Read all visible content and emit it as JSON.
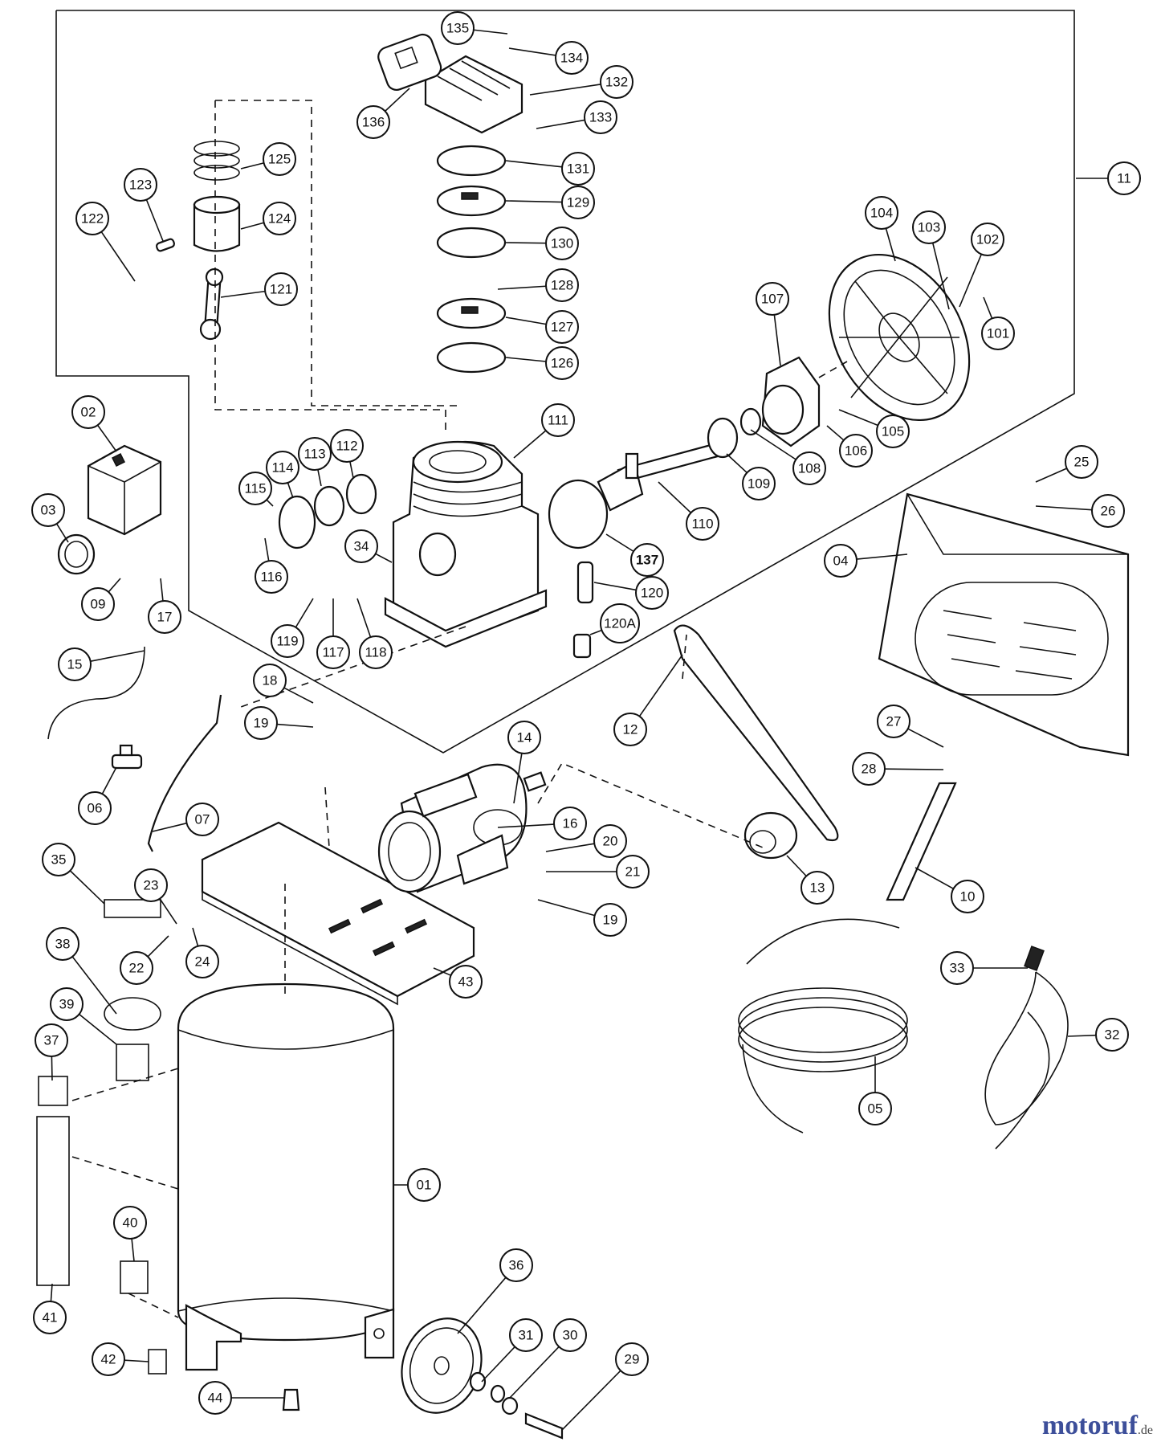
{
  "watermark": {
    "brand": "motoruf",
    "tld": ".de"
  },
  "callouts": [
    {
      "label": "135"
    },
    {
      "label": "134"
    },
    {
      "label": "132"
    },
    {
      "label": "133"
    },
    {
      "label": "136"
    },
    {
      "label": "125"
    },
    {
      "label": "131"
    },
    {
      "label": "129"
    },
    {
      "label": "123"
    },
    {
      "label": "122"
    },
    {
      "label": "124"
    },
    {
      "label": "130"
    },
    {
      "label": "128"
    },
    {
      "label": "121"
    },
    {
      "label": "127"
    },
    {
      "label": "126"
    },
    {
      "label": "11"
    },
    {
      "label": "104"
    },
    {
      "label": "103"
    },
    {
      "label": "102"
    },
    {
      "label": "107"
    },
    {
      "label": "101"
    },
    {
      "label": "02"
    },
    {
      "label": "111"
    },
    {
      "label": "105"
    },
    {
      "label": "113"
    },
    {
      "label": "112"
    },
    {
      "label": "114"
    },
    {
      "label": "106"
    },
    {
      "label": "108"
    },
    {
      "label": "115"
    },
    {
      "label": "109"
    },
    {
      "label": "25"
    },
    {
      "label": "03"
    },
    {
      "label": "26"
    },
    {
      "label": "110"
    },
    {
      "label": "34"
    },
    {
      "label": "137"
    },
    {
      "label": "04"
    },
    {
      "label": "116"
    },
    {
      "label": "120"
    },
    {
      "label": "09"
    },
    {
      "label": "17"
    },
    {
      "label": "120A"
    },
    {
      "label": "119"
    },
    {
      "label": "117"
    },
    {
      "label": "118"
    },
    {
      "label": "15"
    },
    {
      "label": "18"
    },
    {
      "label": "19"
    },
    {
      "label": "12"
    },
    {
      "label": "27"
    },
    {
      "label": "14"
    },
    {
      "label": "28"
    },
    {
      "label": "06"
    },
    {
      "label": "07"
    },
    {
      "label": "16"
    },
    {
      "label": "20"
    },
    {
      "label": "35"
    },
    {
      "label": "21"
    },
    {
      "label": "13"
    },
    {
      "label": "23"
    },
    {
      "label": "10"
    },
    {
      "label": "19"
    },
    {
      "label": "38"
    },
    {
      "label": "22"
    },
    {
      "label": "24"
    },
    {
      "label": "43"
    },
    {
      "label": "33"
    },
    {
      "label": "39"
    },
    {
      "label": "32"
    },
    {
      "label": "37"
    },
    {
      "label": "05"
    },
    {
      "label": "01"
    },
    {
      "label": "40"
    },
    {
      "label": "36"
    },
    {
      "label": "41"
    },
    {
      "label": "31"
    },
    {
      "label": "30"
    },
    {
      "label": "42"
    },
    {
      "label": "29"
    },
    {
      "label": "44"
    }
  ]
}
